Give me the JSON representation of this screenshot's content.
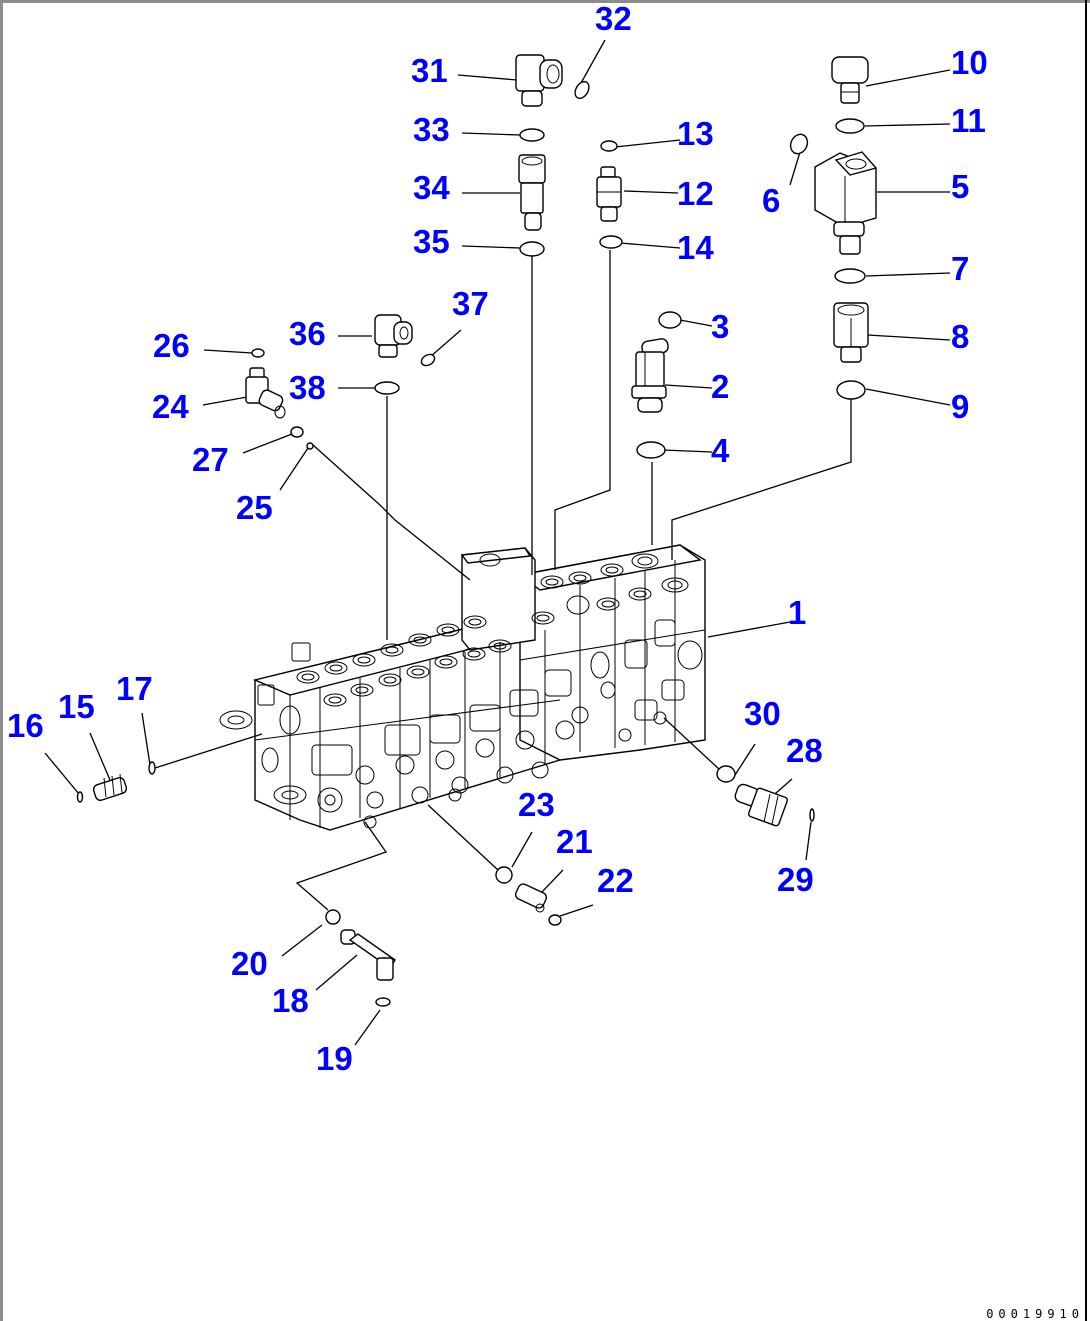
{
  "diagram": {
    "type": "exploded parts diagram",
    "label_color": "#0000ff",
    "drawing_code": "00019910",
    "callouts": {
      "c1": "1",
      "c2": "2",
      "c3": "3",
      "c4": "4",
      "c5": "5",
      "c6": "6",
      "c7": "7",
      "c8": "8",
      "c9": "9",
      "c10": "10",
      "c11": "11",
      "c12": "12",
      "c13": "13",
      "c14": "14",
      "c15": "15",
      "c16": "16",
      "c17": "17",
      "c18": "18",
      "c19": "19",
      "c20": "20",
      "c21": "21",
      "c22": "22",
      "c23": "23",
      "c24": "24",
      "c25": "25",
      "c26": "26",
      "c27": "27",
      "c28": "28",
      "c29": "29",
      "c30": "30",
      "c31": "31",
      "c32": "32",
      "c33": "33",
      "c34": "34",
      "c35": "35",
      "c36": "36",
      "c37": "37",
      "c38": "38"
    }
  }
}
